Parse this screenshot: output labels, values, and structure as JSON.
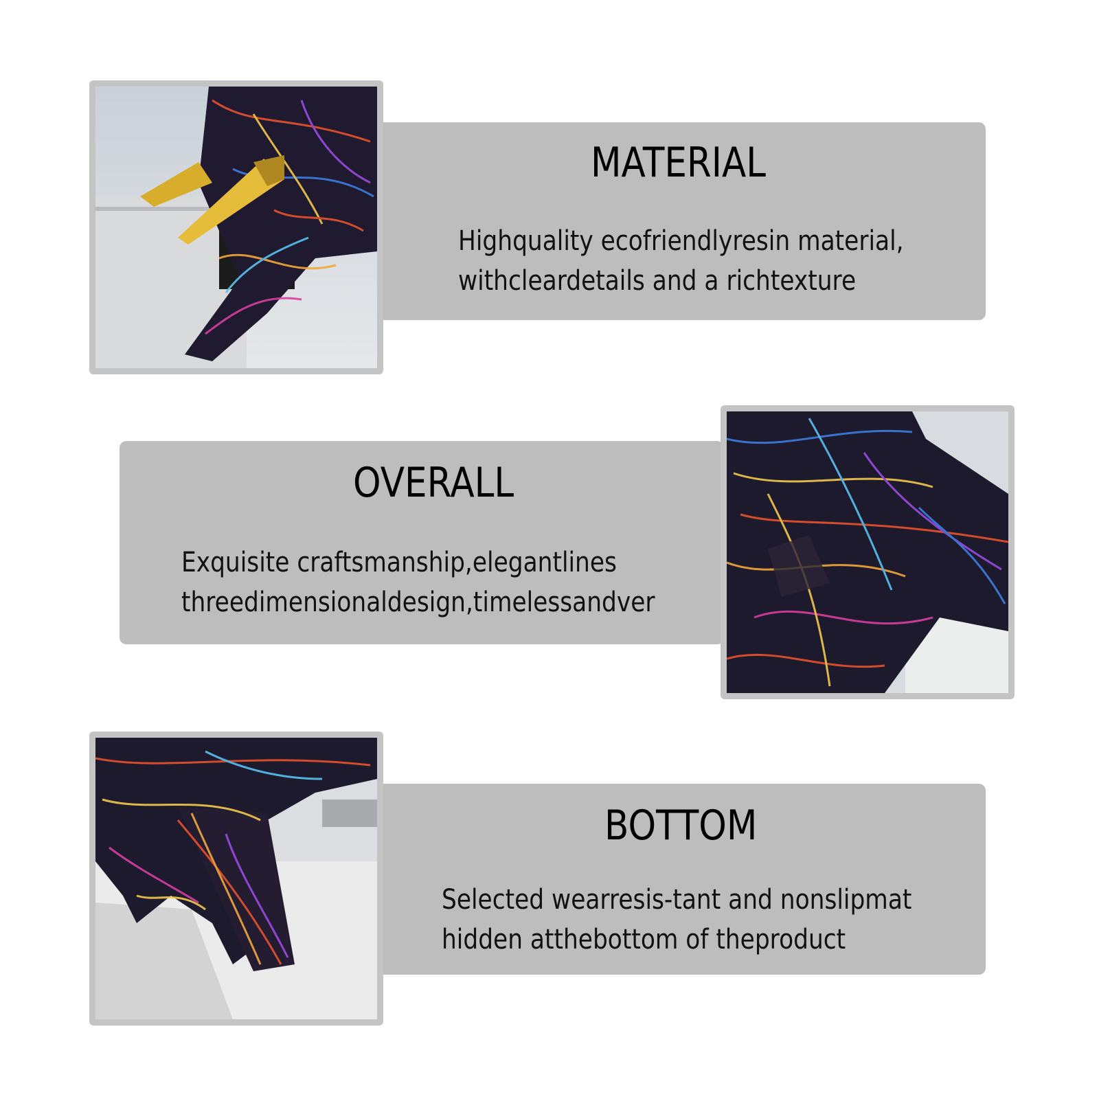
{
  "sections": [
    {
      "title": "MATERIAL",
      "line1": "Highquality ecofriendlyresin material,",
      "line2": "withcleardetails and a richtexture",
      "photo": "bull head with gold horns"
    },
    {
      "title": "OVERALL",
      "line1": "Exquisite craftsmanship,elegantlines",
      "line2": "threedimensionaldesign,timelessandver",
      "photo": "bull body side view"
    },
    {
      "title": "BOTTOM",
      "line1": "Selected wearresis-tant and nonslipmat",
      "line2": "hidden atthebottom of theproduct",
      "photo": "bull legs on base"
    }
  ],
  "colors": {
    "panel": "#bdbdbd",
    "frame": "#c4c4c4",
    "bull_base": "#1e1a2e",
    "gold": "#d9ad2c"
  }
}
